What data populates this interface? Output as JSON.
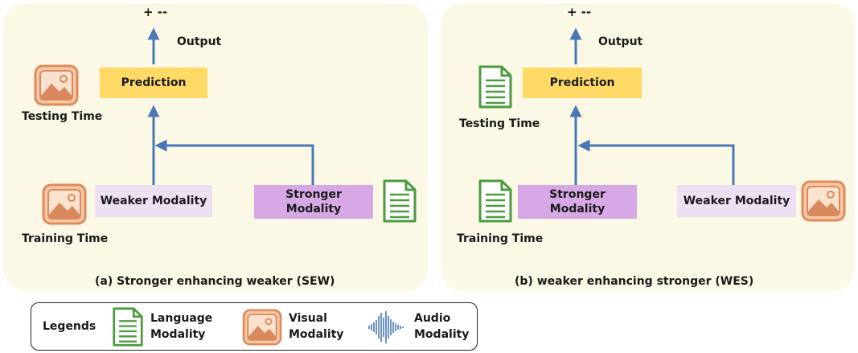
{
  "panel_a": {
    "signs": "+ --",
    "output_label": "Output",
    "prediction": "Prediction",
    "testing_time": "Testing Time",
    "training_time": "Training Time",
    "weaker_modality": "Weaker Modality",
    "stronger_modality": "Stronger\nModality",
    "caption": "(a) Stronger enhancing weaker (SEW)"
  },
  "panel_b": {
    "signs": "+ --",
    "output_label": "Output",
    "prediction": "Prediction",
    "testing_time": "Testing Time",
    "training_time": "Training Time",
    "stronger_modality": "Stronger\nModality",
    "weaker_modality": "Weaker Modality",
    "caption": "(b) weaker enhancing stronger (WES)"
  },
  "legend": {
    "title": "Legends",
    "language": "Language\nModality",
    "visual": "Visual\nModality",
    "audio": "Audio\nModality"
  },
  "colors": {
    "panel_bg": "#fbf8e6",
    "prediction": "#ffd966",
    "weaker": "#ede0f2",
    "stronger": "#d7a8e6",
    "arrow": "#4a78b5",
    "doc_green": "#4d9a3f",
    "image_orange": "#e08a5a"
  },
  "icons": [
    "image-icon",
    "document-icon",
    "audio-waveform-icon"
  ]
}
